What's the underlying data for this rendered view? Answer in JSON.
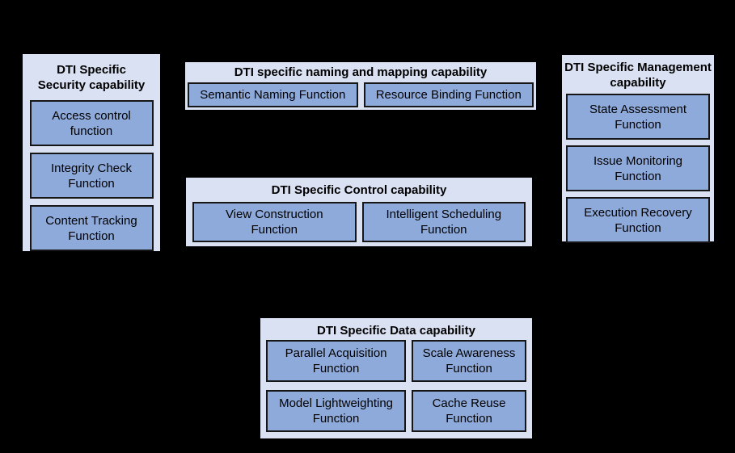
{
  "colors": {
    "background": "#000000",
    "container_fill": "#dae1f3",
    "container_border": "#000000",
    "box_fill": "#8eaadb",
    "box_border": "#161616",
    "text": "#000000"
  },
  "diagram": {
    "security": {
      "title": "DTI Specific\nSecurity capability",
      "items": [
        {
          "label": "Access control\nfunction"
        },
        {
          "label": "Integrity Check\nFunction"
        },
        {
          "label": "Content Tracking\nFunction"
        }
      ]
    },
    "naming": {
      "title": "DTI specific naming and mapping capability",
      "items": [
        {
          "label": "Semantic Naming Function"
        },
        {
          "label": "Resource Binding Function"
        }
      ]
    },
    "management": {
      "title": "DTI Specific Management\ncapability",
      "items": [
        {
          "label": "State Assessment\nFunction"
        },
        {
          "label": "Issue Monitoring\nFunction"
        },
        {
          "label": "Execution Recovery\nFunction"
        }
      ]
    },
    "control": {
      "title": "DTI Specific Control capability",
      "items": [
        {
          "label": "View Construction\nFunction"
        },
        {
          "label": "Intelligent Scheduling\nFunction"
        }
      ]
    },
    "data_capability": {
      "title": "DTI Specific Data capability",
      "items": [
        {
          "label": "Parallel Acquisition\nFunction"
        },
        {
          "label": "Scale Awareness\nFunction"
        },
        {
          "label": "Model Lightweighting\nFunction"
        },
        {
          "label": "Cache Reuse\nFunction"
        }
      ]
    }
  }
}
